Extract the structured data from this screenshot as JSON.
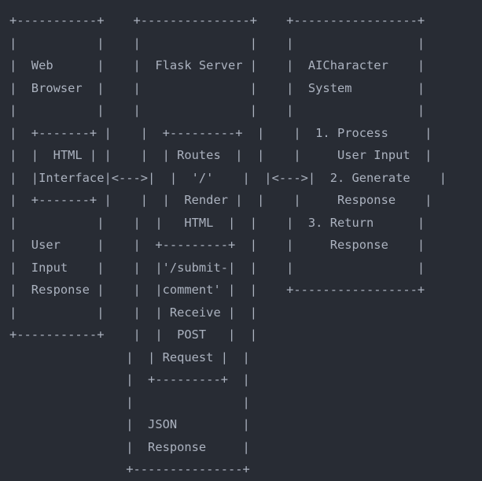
{
  "diagram": {
    "lines": [
      "+-----------+    +---------------+    +-----------------+",
      "|           |    |               |    |                 |",
      "|  Web      |    |  Flask Server |    |  AICharacter    |",
      "|  Browser  |    |               |    |  System         |",
      "|           |    |               |    |                 |",
      "|  +-------+ |    |  +---------+  |    |  1. Process     |",
      "|  |  HTML | |    |  | Routes  |  |    |     User Input  |",
      "|  |Interface|<--->|  |  '/'    |  |<--->|  2. Generate    |",
      "|  +-------+ |    |  |  Render |  |    |     Response    |",
      "|           |    |  |   HTML  |  |    |  3. Return      |",
      "|  User     |    |  +---------+  |    |     Response    |",
      "|  Input    |    |  |'/submit-|  |    |                 |",
      "|  Response |    |  |comment' |  |    +-----------------+",
      "|           |    |  | Receive |  |",
      "+-----------+    |  |  POST   |  |",
      "                |  | Request |  |",
      "                |  +---------+  |",
      "                |               |",
      "                |  JSON         |",
      "                |  Response     |",
      "                +---------------+"
    ]
  }
}
